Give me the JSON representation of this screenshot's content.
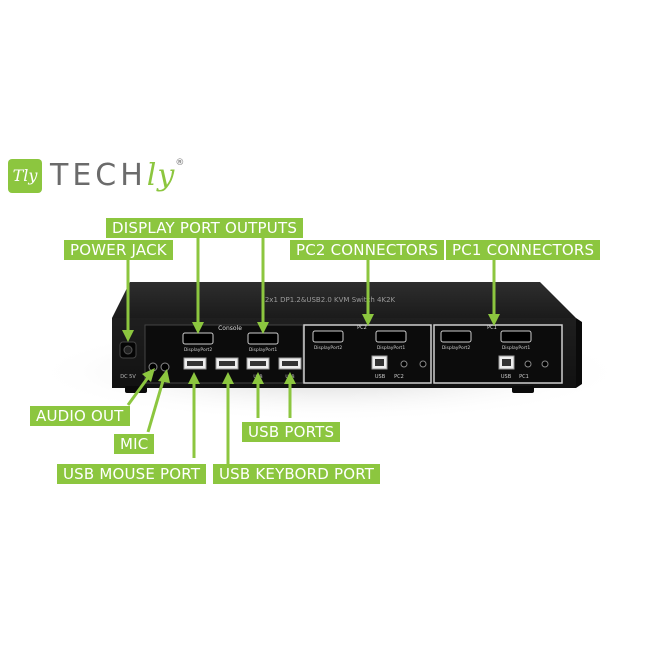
{
  "logo": {
    "mark": "Tly",
    "text_main": "TECH",
    "text_accent": "ly",
    "registered": "®"
  },
  "device": {
    "top_label": "2x1 DP1.2&USB2.0 KVM Switch 4K2K",
    "console_label": "Console",
    "dc_label": "DC 5V",
    "console_dp2": "DisplayPort2",
    "console_dp1": "DisplayPort1",
    "usb_label": "USB",
    "pc2_top": "PC2",
    "pc1_top": "PC1",
    "pc2_dp2": "DisplayPort2",
    "pc2_dp1": "DisplayPort1",
    "pc1_dp2": "DisplayPort2",
    "pc1_dp1": "DisplayPort1",
    "pc2_usb": "USB",
    "pc2_name": "PC2",
    "pc1_usb": "USB",
    "pc1_name": "PC1"
  },
  "callouts": {
    "display_port_outputs": "DISPLAY PORT OUTPUTS",
    "power_jack": "POWER JACK",
    "pc2_connectors": "PC2 CONNECTORS",
    "pc1_connectors": "PC1 CONNECTORS",
    "audio_out": "AUDIO OUT",
    "mic": "MIC",
    "usb_ports": "USB PORTS",
    "usb_mouse_port": "USB MOUSE PORT",
    "usb_keybord_port": "USB KEYBORD PORT"
  },
  "colors": {
    "accent": "#8cc63f",
    "device_body": "#1a1a1a",
    "panel": "#0d0d0d"
  }
}
